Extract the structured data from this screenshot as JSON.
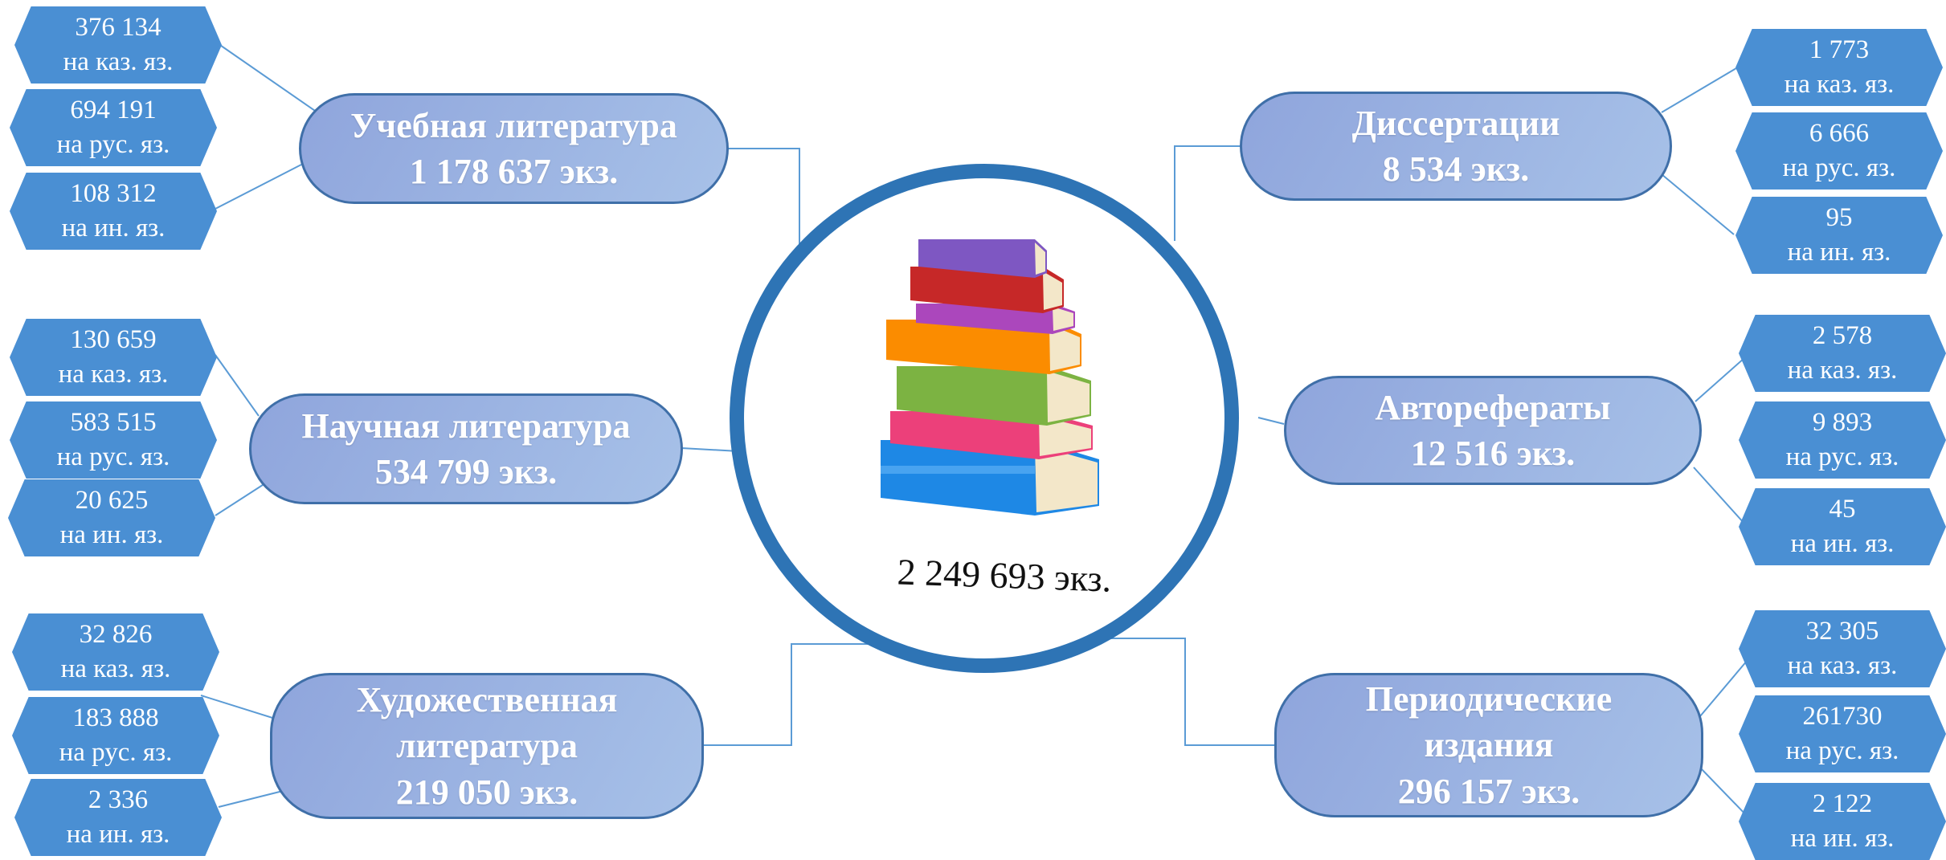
{
  "total": "2 249 693 экз.",
  "categories": {
    "textbooks": {
      "lines": [
        "Учебная литература",
        "1 178 637 экз."
      ],
      "breakdown": [
        {
          "value": "376 134",
          "lang": "на каз. яз."
        },
        {
          "value": "694 191",
          "lang": "на рус. яз."
        },
        {
          "value": "108 312",
          "lang": "на ин. яз."
        }
      ]
    },
    "scientific": {
      "lines": [
        "Научная литература",
        "534 799 экз."
      ],
      "breakdown": [
        {
          "value": "130 659",
          "lang": "на каз. яз."
        },
        {
          "value": "583 515",
          "lang": "на рус. яз."
        },
        {
          "value": "20 625",
          "lang": "на ин. яз."
        }
      ]
    },
    "fiction": {
      "lines": [
        "Художественная",
        "литература",
        "219 050 экз."
      ],
      "breakdown": [
        {
          "value": "32 826",
          "lang": "на каз. яз."
        },
        {
          "value": "183 888",
          "lang": "на рус. яз."
        },
        {
          "value": "2 336",
          "lang": "на ин. яз."
        }
      ]
    },
    "dissertations": {
      "lines": [
        "Диссертации",
        "8 534 экз."
      ],
      "breakdown": [
        {
          "value": "1 773",
          "lang": "на каз. яз."
        },
        {
          "value": "6 666",
          "lang": "на рус. яз."
        },
        {
          "value": "95",
          "lang": "на ин. яз."
        }
      ]
    },
    "abstracts": {
      "lines": [
        "Авторефераты",
        "12 516 экз."
      ],
      "breakdown": [
        {
          "value": "2 578",
          "lang": "на каз. яз."
        },
        {
          "value": "9 893",
          "lang": "на рус. яз."
        },
        {
          "value": "45",
          "lang": "на ин. яз."
        }
      ]
    },
    "periodicals": {
      "lines": [
        "Периодические",
        "издания",
        "296 157 экз."
      ],
      "breakdown": [
        {
          "value": "32 305",
          "lang": "на каз. яз."
        },
        {
          "value": "261730",
          "lang": "на рус. яз."
        },
        {
          "value": "2 122",
          "lang": "на ин. яз."
        }
      ]
    }
  },
  "colors": {
    "hex_fill": "#4a8fd3",
    "ring": "#2e74b5",
    "connector": "#5b9bd5"
  },
  "icons": {
    "center": "stack-of-books-icon"
  }
}
